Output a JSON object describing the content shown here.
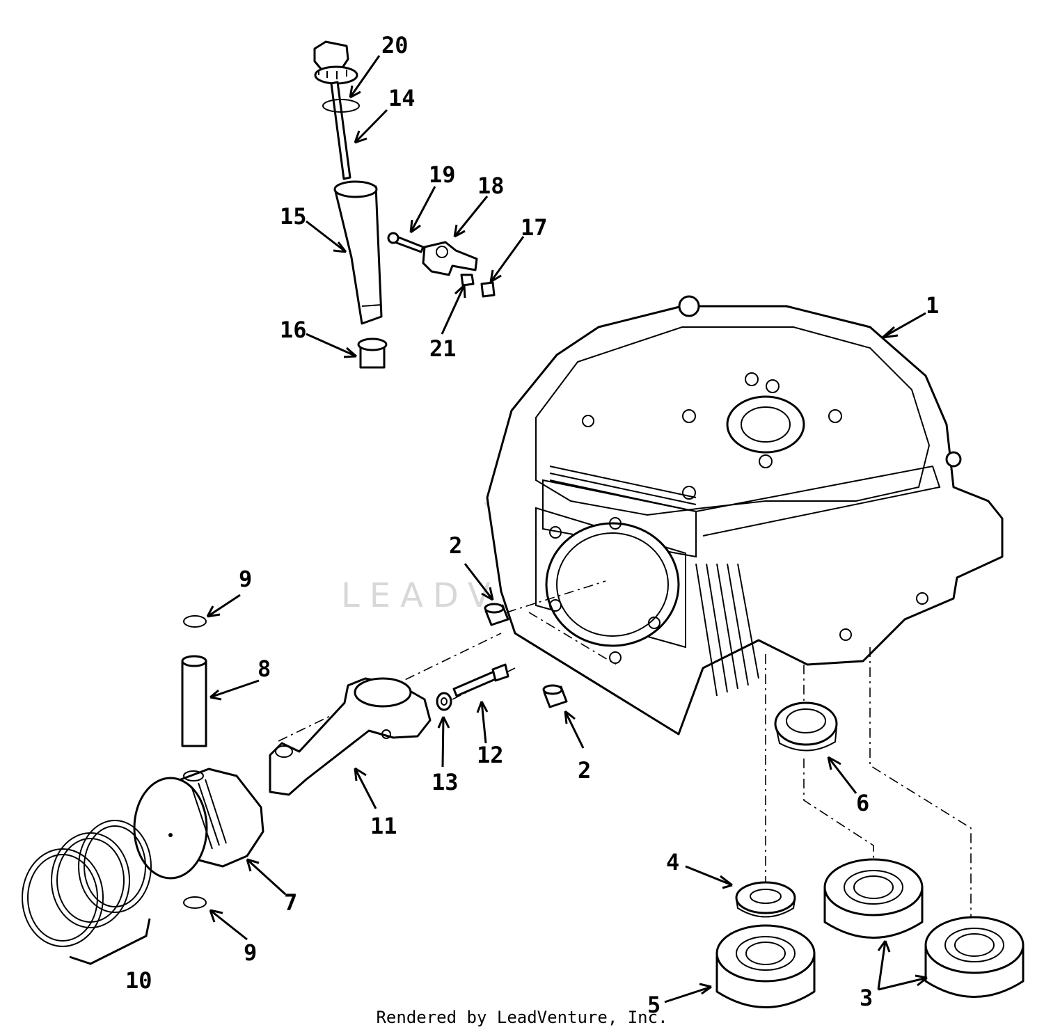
{
  "diagram": {
    "credit": "Rendered by LeadVenture, Inc.",
    "watermark": "LEADVENTURE",
    "callouts": [
      {
        "id": "c1",
        "label": "1"
      },
      {
        "id": "c2a",
        "label": "2"
      },
      {
        "id": "c2b",
        "label": "2"
      },
      {
        "id": "c3",
        "label": "3"
      },
      {
        "id": "c4",
        "label": "4"
      },
      {
        "id": "c5",
        "label": "5"
      },
      {
        "id": "c6",
        "label": "6"
      },
      {
        "id": "c7",
        "label": "7"
      },
      {
        "id": "c8",
        "label": "8"
      },
      {
        "id": "c9a",
        "label": "9"
      },
      {
        "id": "c9b",
        "label": "9"
      },
      {
        "id": "c10",
        "label": "10"
      },
      {
        "id": "c11",
        "label": "11"
      },
      {
        "id": "c12",
        "label": "12"
      },
      {
        "id": "c13",
        "label": "13"
      },
      {
        "id": "c14",
        "label": "14"
      },
      {
        "id": "c15",
        "label": "15"
      },
      {
        "id": "c16",
        "label": "16"
      },
      {
        "id": "c17",
        "label": "17"
      },
      {
        "id": "c18",
        "label": "18"
      },
      {
        "id": "c19",
        "label": "19"
      },
      {
        "id": "c20",
        "label": "20"
      },
      {
        "id": "c21",
        "label": "21"
      }
    ]
  }
}
